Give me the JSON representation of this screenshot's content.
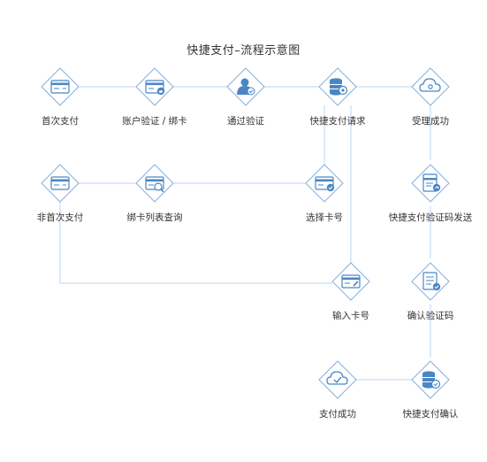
{
  "title": "快捷支付–流程示意图",
  "colors": {
    "accent": "#4a86c5",
    "line": "#c9dcef",
    "node_fill": "#ffffff",
    "node_stroke": "#8ab3dc"
  },
  "nodes": {
    "first_payment": {
      "label": "首次支付",
      "icon": "card-icon"
    },
    "account_verify": {
      "label": "账户验证 / 绑卡",
      "icon": "card-lock-icon"
    },
    "pass_verify": {
      "label": "通过验证",
      "icon": "user-check-icon"
    },
    "quick_pay_request": {
      "label": "快捷支付请求",
      "icon": "database-shield-icon"
    },
    "accepted": {
      "label": "受理成功",
      "icon": "cloud-icon"
    },
    "non_first_payment": {
      "label": "非首次支付",
      "icon": "card-icon"
    },
    "bound_card_query": {
      "label": "绑卡列表查询",
      "icon": "card-search-icon"
    },
    "select_card": {
      "label": "选择卡号",
      "icon": "card-check-icon"
    },
    "send_code": {
      "label": "快捷支付验证码发送",
      "icon": "card-send-icon"
    },
    "enter_card": {
      "label": "输入卡号",
      "icon": "card-edit-icon"
    },
    "confirm_code": {
      "label": "确认验证码",
      "icon": "document-check-icon"
    },
    "pay_success": {
      "label": "支付成功",
      "icon": "cloud-check-icon"
    },
    "quick_pay_confirm": {
      "label": "快捷支付确认",
      "icon": "database-check-icon"
    }
  }
}
